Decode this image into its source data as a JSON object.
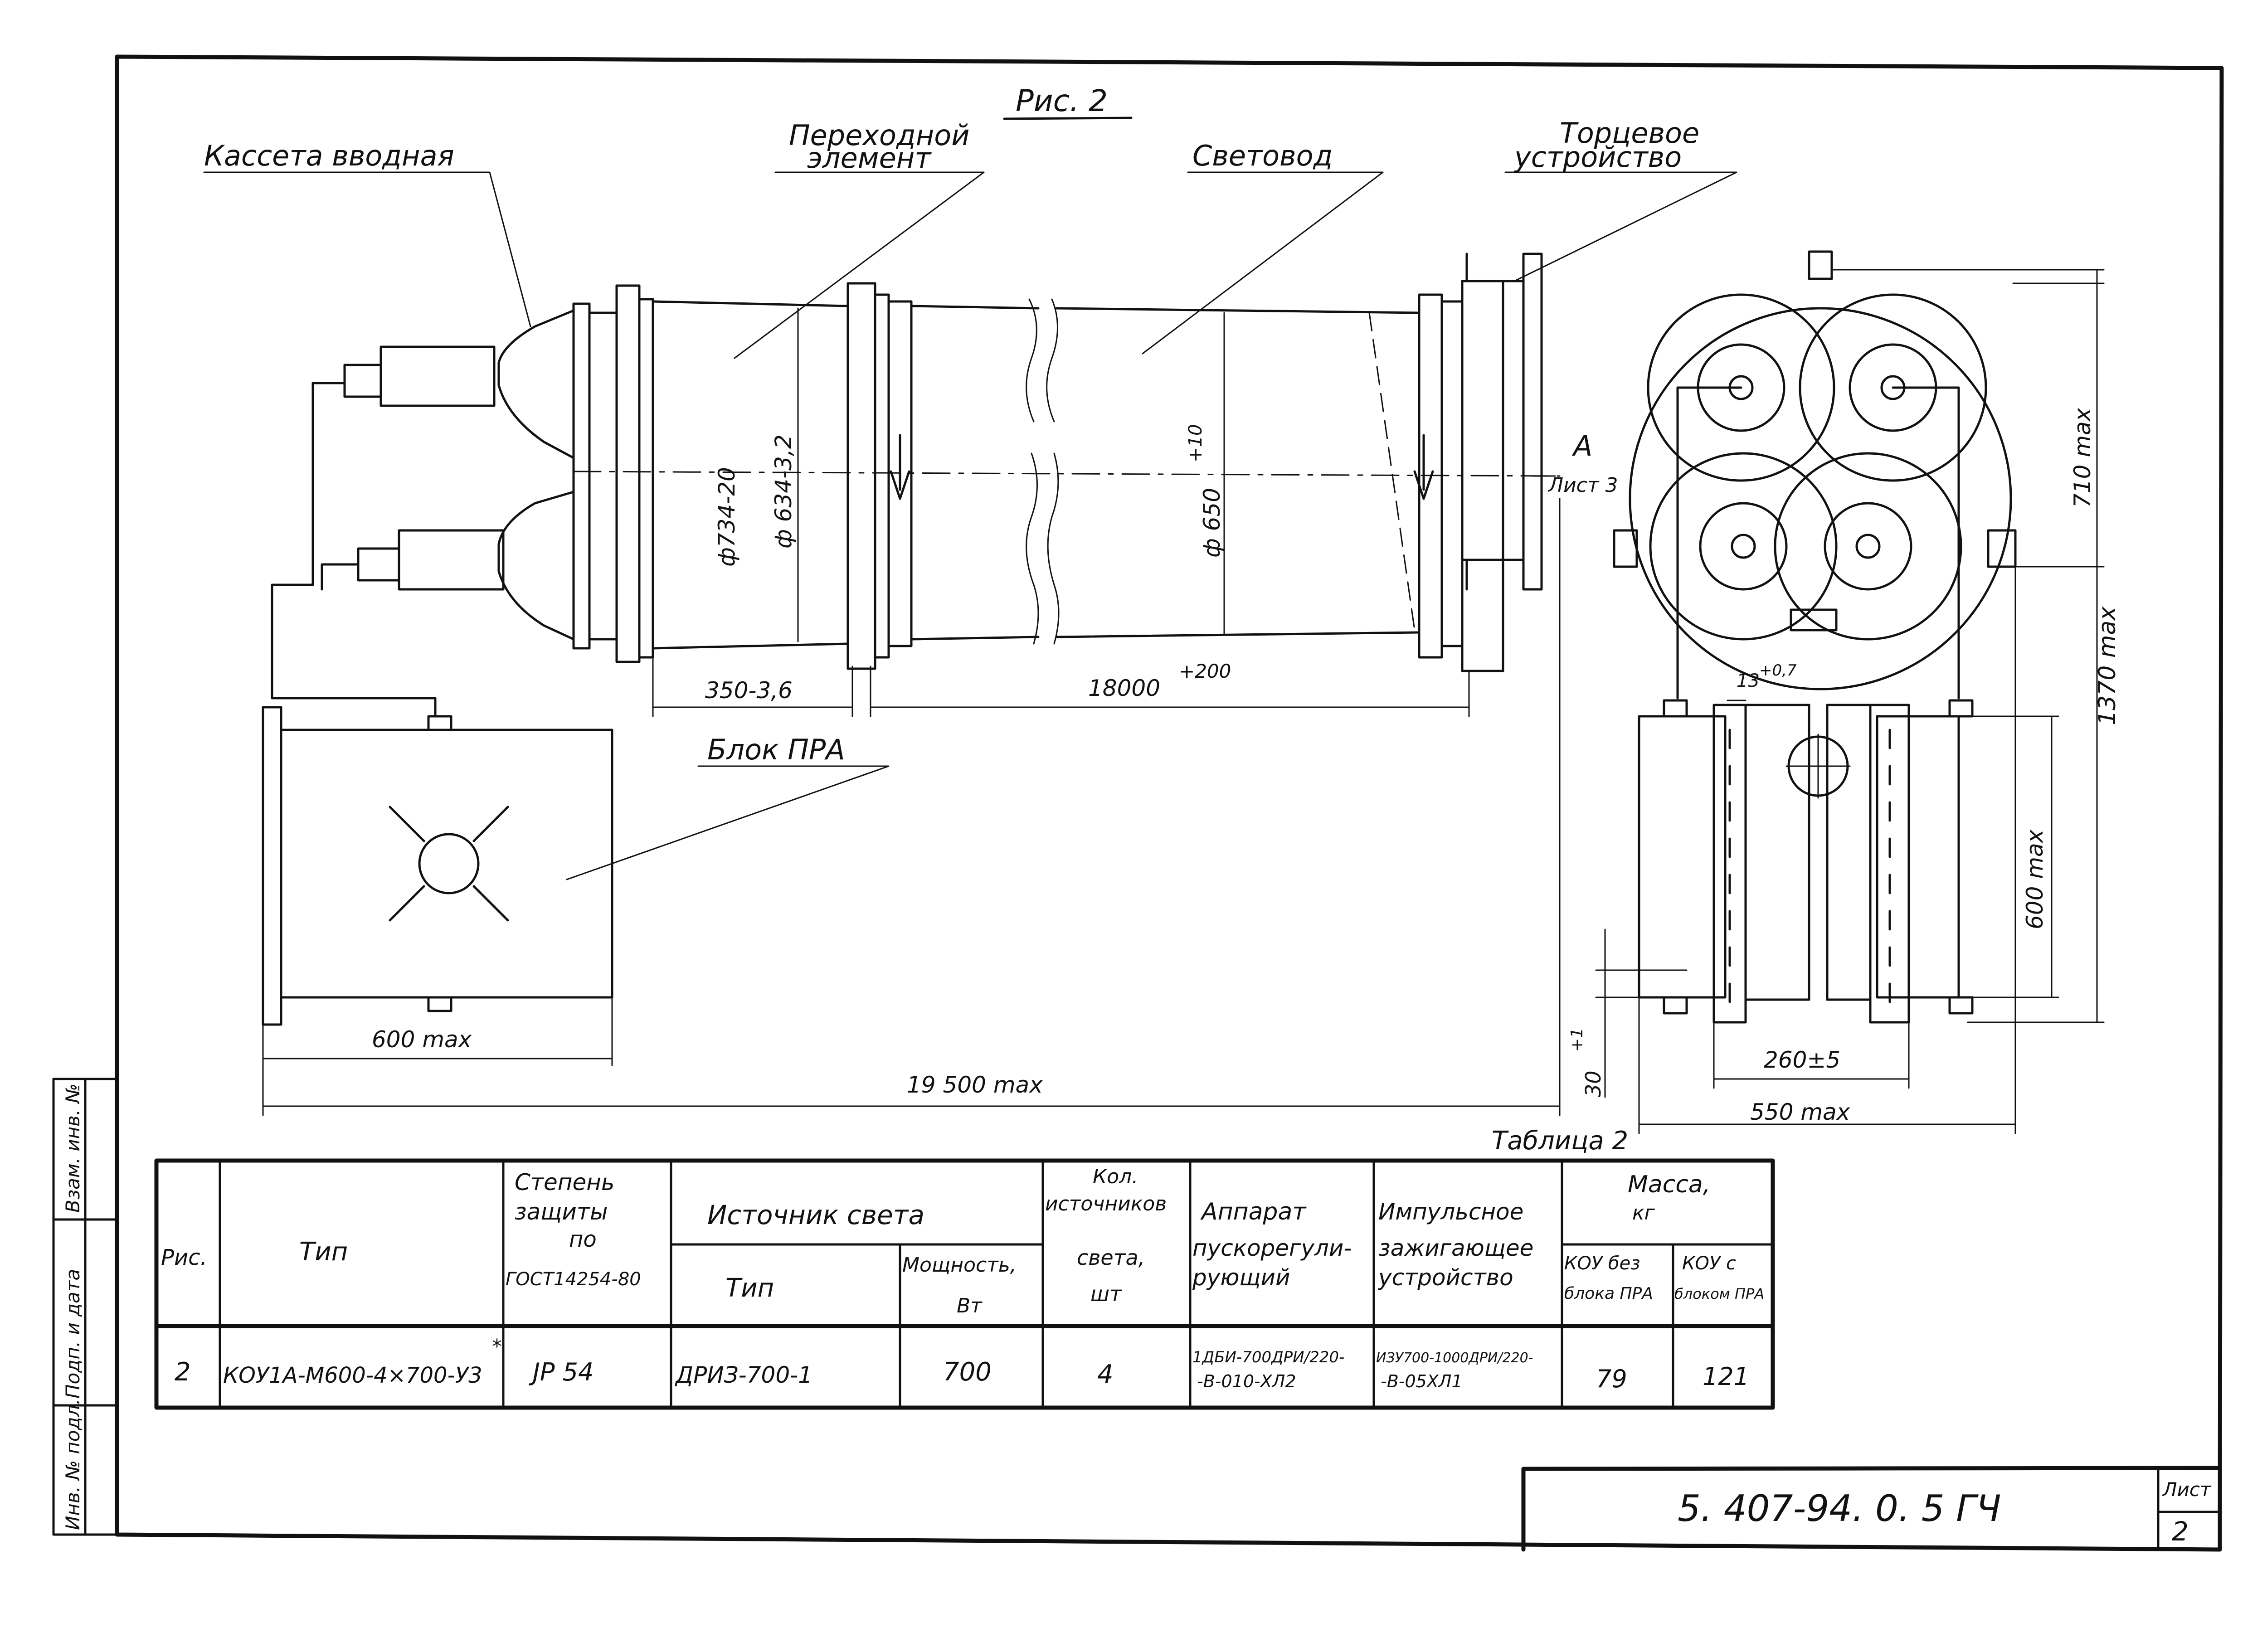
{
  "figure": {
    "title": "Рис. 2"
  },
  "labels": {
    "input_cassette": "Кассета вводная",
    "transition_element_line1": "Переходной",
    "transition_element_line2": "элемент",
    "light_guide": "Световод",
    "end_device_line1": "Торцевое",
    "end_device_line2": "устройство",
    "ballast_block": "Блок ПРА",
    "view_arrow": "А",
    "view_sheet_ref": "Лист 3"
  },
  "dimensions": {
    "d734": "ф734-20",
    "d634": "ф 634-3,2",
    "d650": "ф 650",
    "d650_tol": "+10",
    "len_350": "350-3,6",
    "len_18000": "18000",
    "len_18000_tol": "+200",
    "width_600": "600 max",
    "total_19500": "19 500 max",
    "h_710": "710 max",
    "h_1370": "1370 max",
    "h_600": "600 max",
    "gap_13": "13",
    "gap_13_tol": "+0,7",
    "h_30": "30",
    "h_30_tol": "+1",
    "w_260": "260±5",
    "w_550": "550 max"
  },
  "table": {
    "caption": "Таблица 2",
    "headers": {
      "fig": "Рис.",
      "type": "Тип",
      "protection_l1": "Степень",
      "protection_l2": "защиты",
      "protection_l3": "по",
      "protection_l4": "ГОСТ14254-80",
      "light_source": "Источник света",
      "ls_type": "Тип",
      "ls_power_l1": "Мощность,",
      "ls_power_l2": "Вт",
      "count_l1": "Кол.",
      "count_l2": "источников",
      "count_l3": "света,",
      "count_l4": "шт",
      "ballast_l1": "Аппарат",
      "ballast_l2": "пускорегули-",
      "ballast_l3": "рующий",
      "ignitor_l1": "Импульсное",
      "ignitor_l2": "зажигающее",
      "ignitor_l3": "устройство",
      "mass_l1": "Масса,",
      "mass_l2": "кг",
      "mass_without_l1": "КОУ без",
      "mass_without_l2": "блока ПРА",
      "mass_with_l1": "КОУ с",
      "mass_with_l2": "блоком ПРА"
    },
    "row": {
      "fig": "2",
      "type": "КОУ1А-М600-4×700-У3",
      "type_mark": "*",
      "protection": "JP 54",
      "ls_type": "ДРИЗ-700-1",
      "ls_power": "700",
      "count": "4",
      "ballast_l1": "1ДБИ-700ДРИ/220-",
      "ballast_l2": "-В-010-ХЛ2",
      "ignitor_l1": "ИЗУ700-1000ДРИ/220-",
      "ignitor_l2": "-В-05ХЛ1",
      "mass_without": "79",
      "mass_with": "121"
    }
  },
  "stamp": {
    "doc_code": "5. 407-94. 0. 5 ГЧ",
    "sheet_label": "Лист",
    "sheet_no": "2"
  },
  "side_stamp": {
    "inv_orig": "Инв. № подл.",
    "sign_date": "Подп. и дата",
    "inv_replace": "Взам. инв. №"
  }
}
